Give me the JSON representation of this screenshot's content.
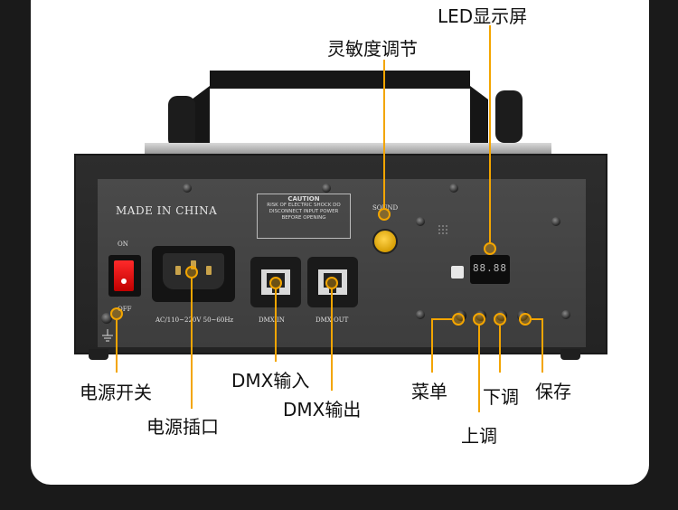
{
  "callouts": {
    "led_display": "LED显示屏",
    "sensitivity": "灵敏度调节",
    "power_switch": "电源开关",
    "power_socket": "电源插口",
    "dmx_in": "DMX输入",
    "dmx_out": "DMX输出",
    "menu": "菜单",
    "up": "上调",
    "down": "下调",
    "save": "保存"
  },
  "panel": {
    "made_in": "MADE  IN  CHINA",
    "caution_title": "CAUTION",
    "caution_line1": "RISK OF ELECTRIC SHOCK DO",
    "caution_line2": "DISCONNECT INPUT POWER",
    "caution_line3": "BEFORE OPENING",
    "on_label": "ON",
    "off_label": "OFF",
    "voltage": "AC/110~220V  50~60Hz",
    "dmx_in_port": "DMX  IN",
    "dmx_out_port": "DMX  OUT",
    "sound_label": "SOUND",
    "led_digits": "88.88"
  },
  "colors": {
    "accent": "#f3a500",
    "callout_line": "#f3a500",
    "background": "#1a1a1a",
    "card": "#ffffff"
  }
}
